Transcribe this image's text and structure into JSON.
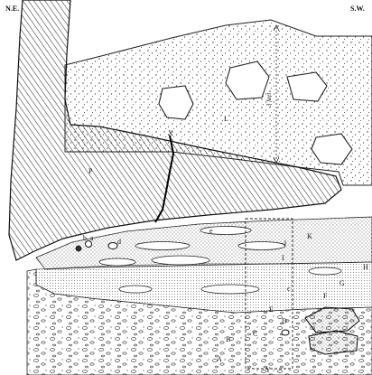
{
  "figure": {
    "orientation": {
      "left": "N.E.",
      "right": "S.W."
    },
    "measure_label": "3 feet",
    "layer_labels": {
      "L": "L",
      "P": "P",
      "K": "K",
      "J": "J",
      "I": "I",
      "H": "H",
      "G": "G",
      "F": "F",
      "E": "E",
      "D": "D",
      "C": "C",
      "B": "B",
      "A": "A",
      "Y": "Y",
      "X": "X",
      "a": "a",
      "b": "b",
      "c": "c",
      "d": "d",
      "e": "e"
    }
  }
}
